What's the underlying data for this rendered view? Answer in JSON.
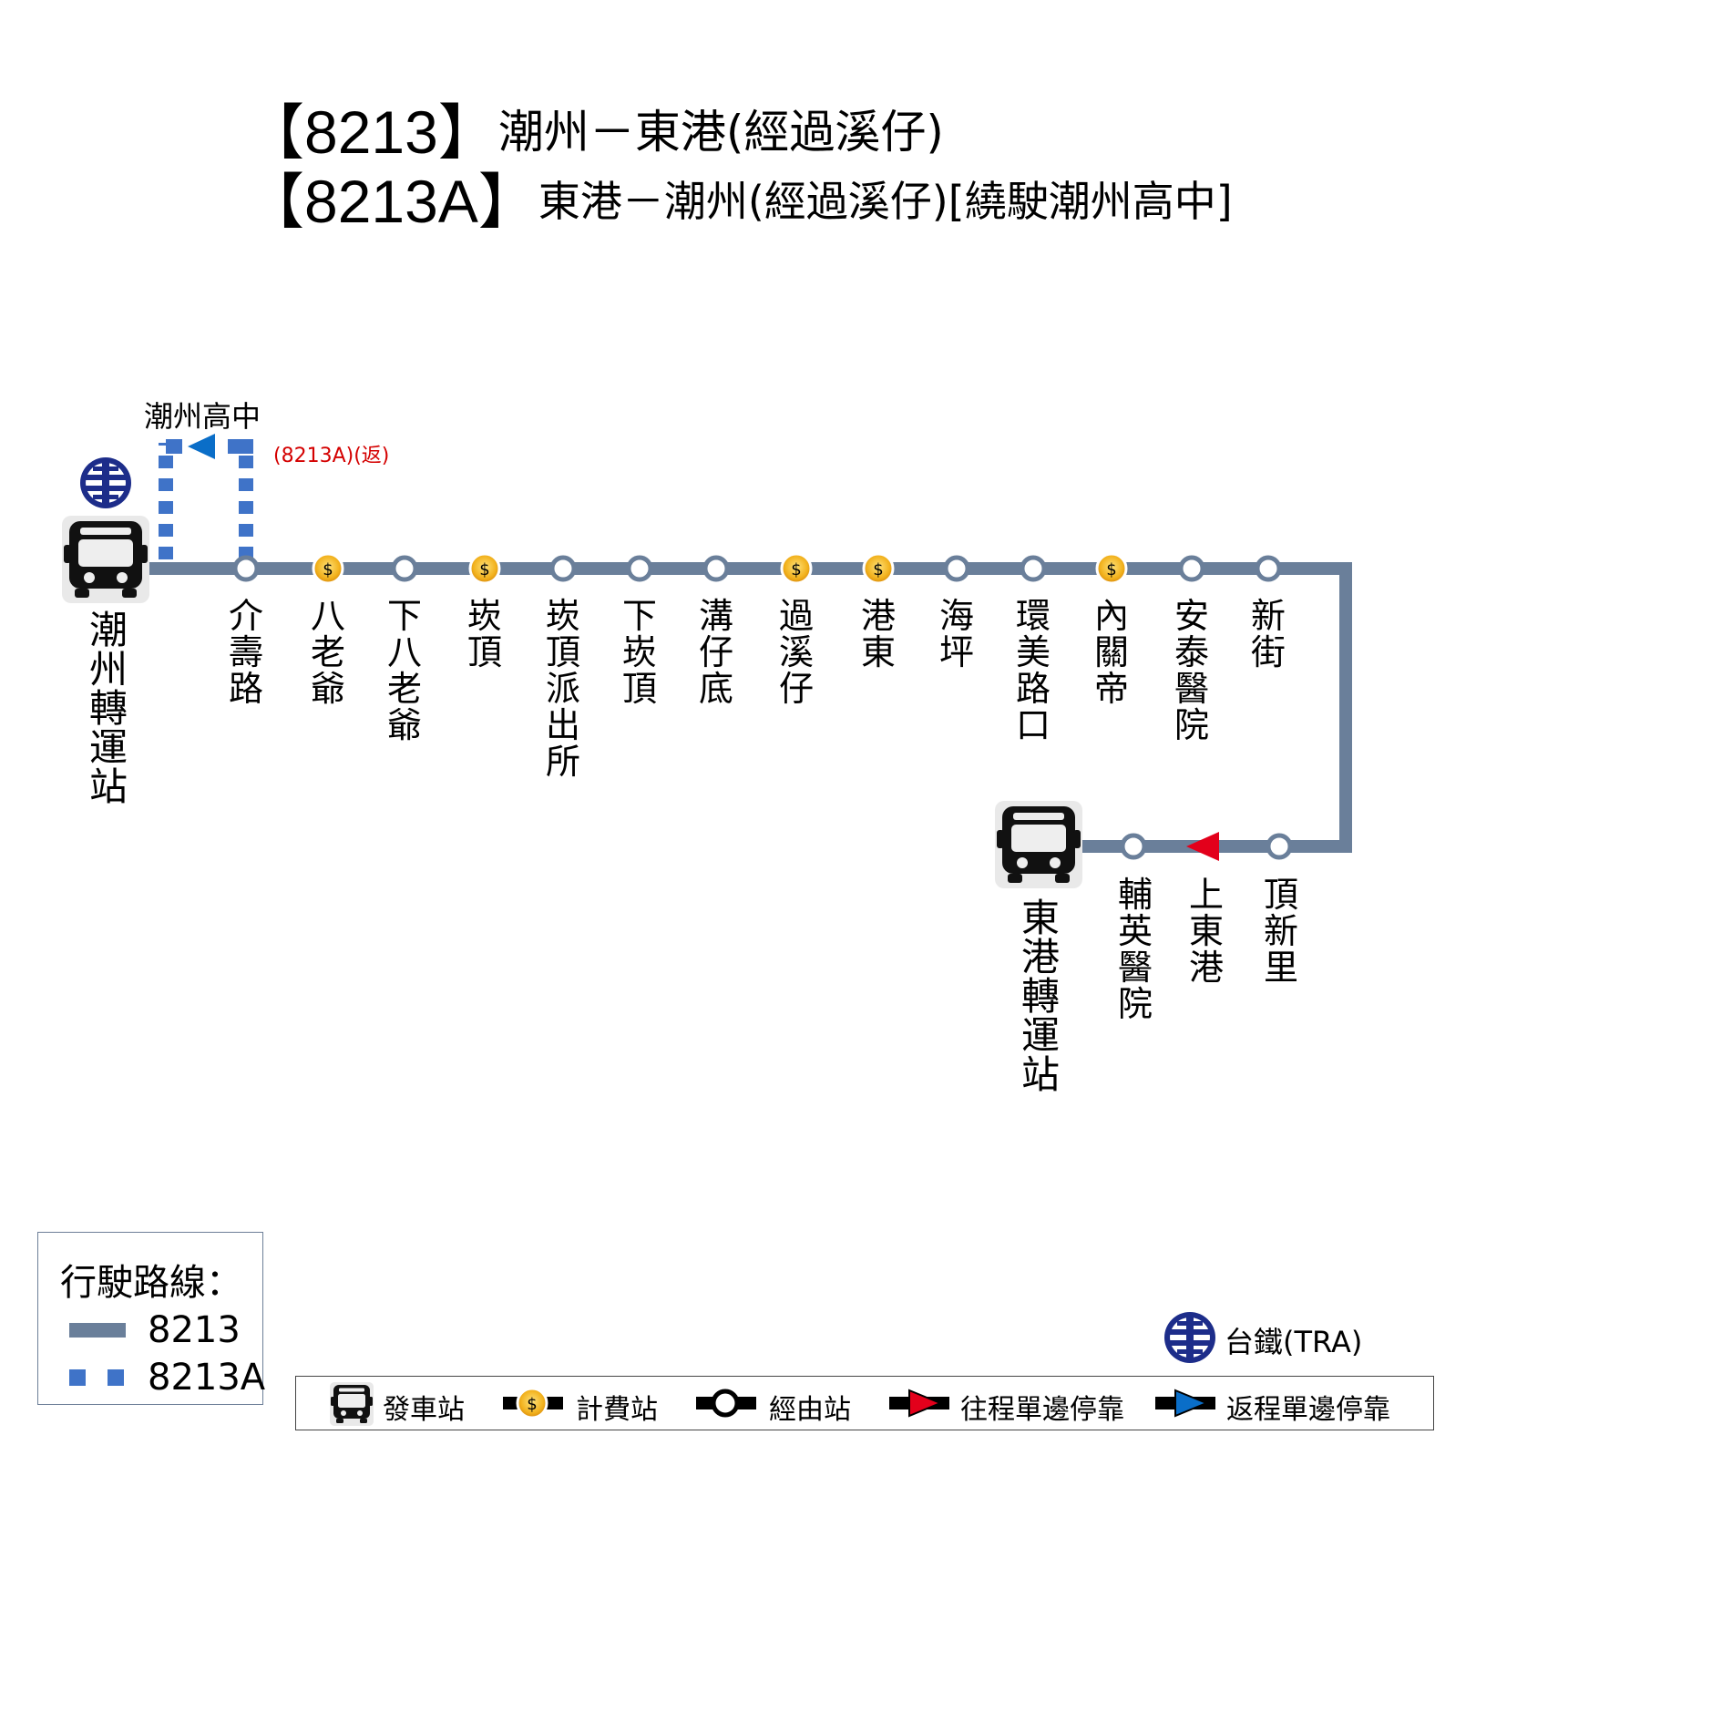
{
  "title": {
    "line1": {
      "code": "【8213】",
      "desc": "潮州－東港(經過溪仔)"
    },
    "line2": {
      "code": "【8213A】",
      "desc": "東港－潮州(經過溪仔)[繞駛潮州高中]"
    }
  },
  "colors": {
    "route_8213": "#6a7f9a",
    "route_8213a": "#3f73c8",
    "fare_fill": "#f2b21d",
    "outbound_arrow": "#e3001b",
    "return_arrow": "#0a6ec8",
    "tra_logo": "#1d2d8a"
  },
  "terminals": {
    "start": "潮州轉運站",
    "end": "東港轉運站"
  },
  "top_stops": [
    {
      "name": "介壽路",
      "fare": false
    },
    {
      "name": "八老爺",
      "fare": true
    },
    {
      "name": "下八老爺",
      "fare": false
    },
    {
      "name": "崁頂",
      "fare": true
    },
    {
      "name": "崁頂派出所",
      "fare": false
    },
    {
      "name": "下崁頂",
      "fare": false
    },
    {
      "name": "溝仔底",
      "fare": false
    },
    {
      "name": "過溪仔",
      "fare": true
    },
    {
      "name": "港東",
      "fare": true
    },
    {
      "name": "海坪",
      "fare": false
    },
    {
      "name": "環美路口",
      "fare": false
    },
    {
      "name": "內關帝",
      "fare": true
    },
    {
      "name": "安泰醫院",
      "fare": false
    },
    {
      "name": "新街",
      "fare": false
    }
  ],
  "bottom_stops": [
    {
      "name": "頂新里",
      "type": "stop"
    },
    {
      "name": "上東港",
      "type": "outbound-one-side"
    },
    {
      "name": "輔英醫院",
      "type": "stop"
    }
  ],
  "branch": {
    "name": "潮州高中",
    "note": "(8213A)(返)"
  },
  "legend": {
    "title": "行駛路線：",
    "route1": "8213",
    "route2": "8213A"
  },
  "tra": "台鐵(TRA)",
  "key": {
    "depot": "發車站",
    "fare": "計費站",
    "stop": "經由站",
    "outbound": "往程單邊停靠",
    "return": "返程單邊停靠"
  },
  "fare_symbol": "$"
}
